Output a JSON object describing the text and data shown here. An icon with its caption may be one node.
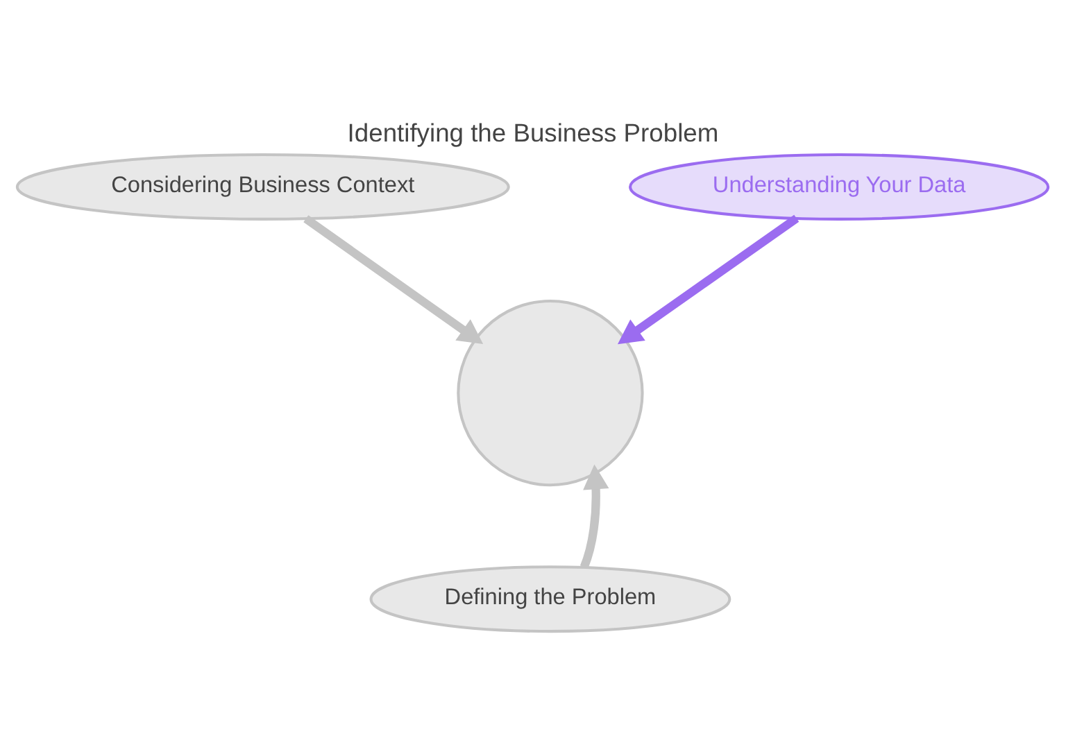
{
  "diagram": {
    "title": "Identifying the Business Problem",
    "nodes": [
      {
        "text": [],
        "shape": "circle"
      },
      {
        "text": [
          "Considering Business Context"
        ]
      },
      {
        "text": [
          "Understanding Your Data"
        ]
      },
      {
        "text": [
          "Defining the Problem"
        ]
      }
    ],
    "edges": [
      {
        "from": 1,
        "to": 0,
        "arrow": "to"
      },
      {
        "from": 2,
        "to": 0,
        "arrow": "to",
        "color": "#9b6cf0"
      },
      {
        "from": 3,
        "to": 0,
        "arrow": "to"
      }
    ]
  }
}
